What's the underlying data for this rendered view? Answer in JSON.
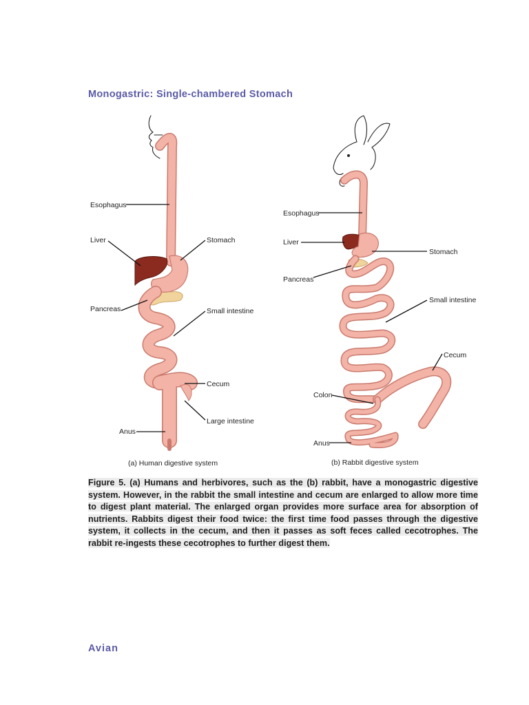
{
  "section_heading": "Monogastric: Single-chambered Stomach",
  "next_heading": "Avian",
  "figure": {
    "human": {
      "subtitle": "(a) Human digestive system",
      "labels": {
        "esophagus": "Esophagus",
        "liver": "Liver",
        "stomach": "Stomach",
        "pancreas": "Pancreas",
        "small_intestine": "Small intestine",
        "cecum": "Cecum",
        "large_intestine": "Large intestine",
        "anus": "Anus"
      }
    },
    "rabbit": {
      "subtitle": "(b) Rabbit digestive system",
      "labels": {
        "esophagus": "Esophagus",
        "liver": "Liver",
        "stomach": "Stomach",
        "pancreas": "Pancreas",
        "small_intestine": "Small intestine",
        "cecum": "Cecum",
        "colon": "Colon",
        "anus": "Anus"
      }
    },
    "colors": {
      "gut_fill": "#f3b3a7",
      "gut_stroke": "#c97a6d",
      "liver": "#8b2a1e",
      "pancreas": "#f1d49b",
      "leader_line": "#111111"
    }
  },
  "caption": "Figure 5. (a) Humans and herbivores, such as the (b) rabbit, have a monogastric digestive system. However, in the rabbit the small intestine and cecum are enlarged to allow more time to digest plant material. The enlarged organ provides more surface area for absorption of nutrients. Rabbits digest their food twice: the first time food passes through the digestive system, it collects in the cecum, and then it passes as soft feces called cecotrophes. The rabbit re-ingests these cecotrophes to further digest them."
}
